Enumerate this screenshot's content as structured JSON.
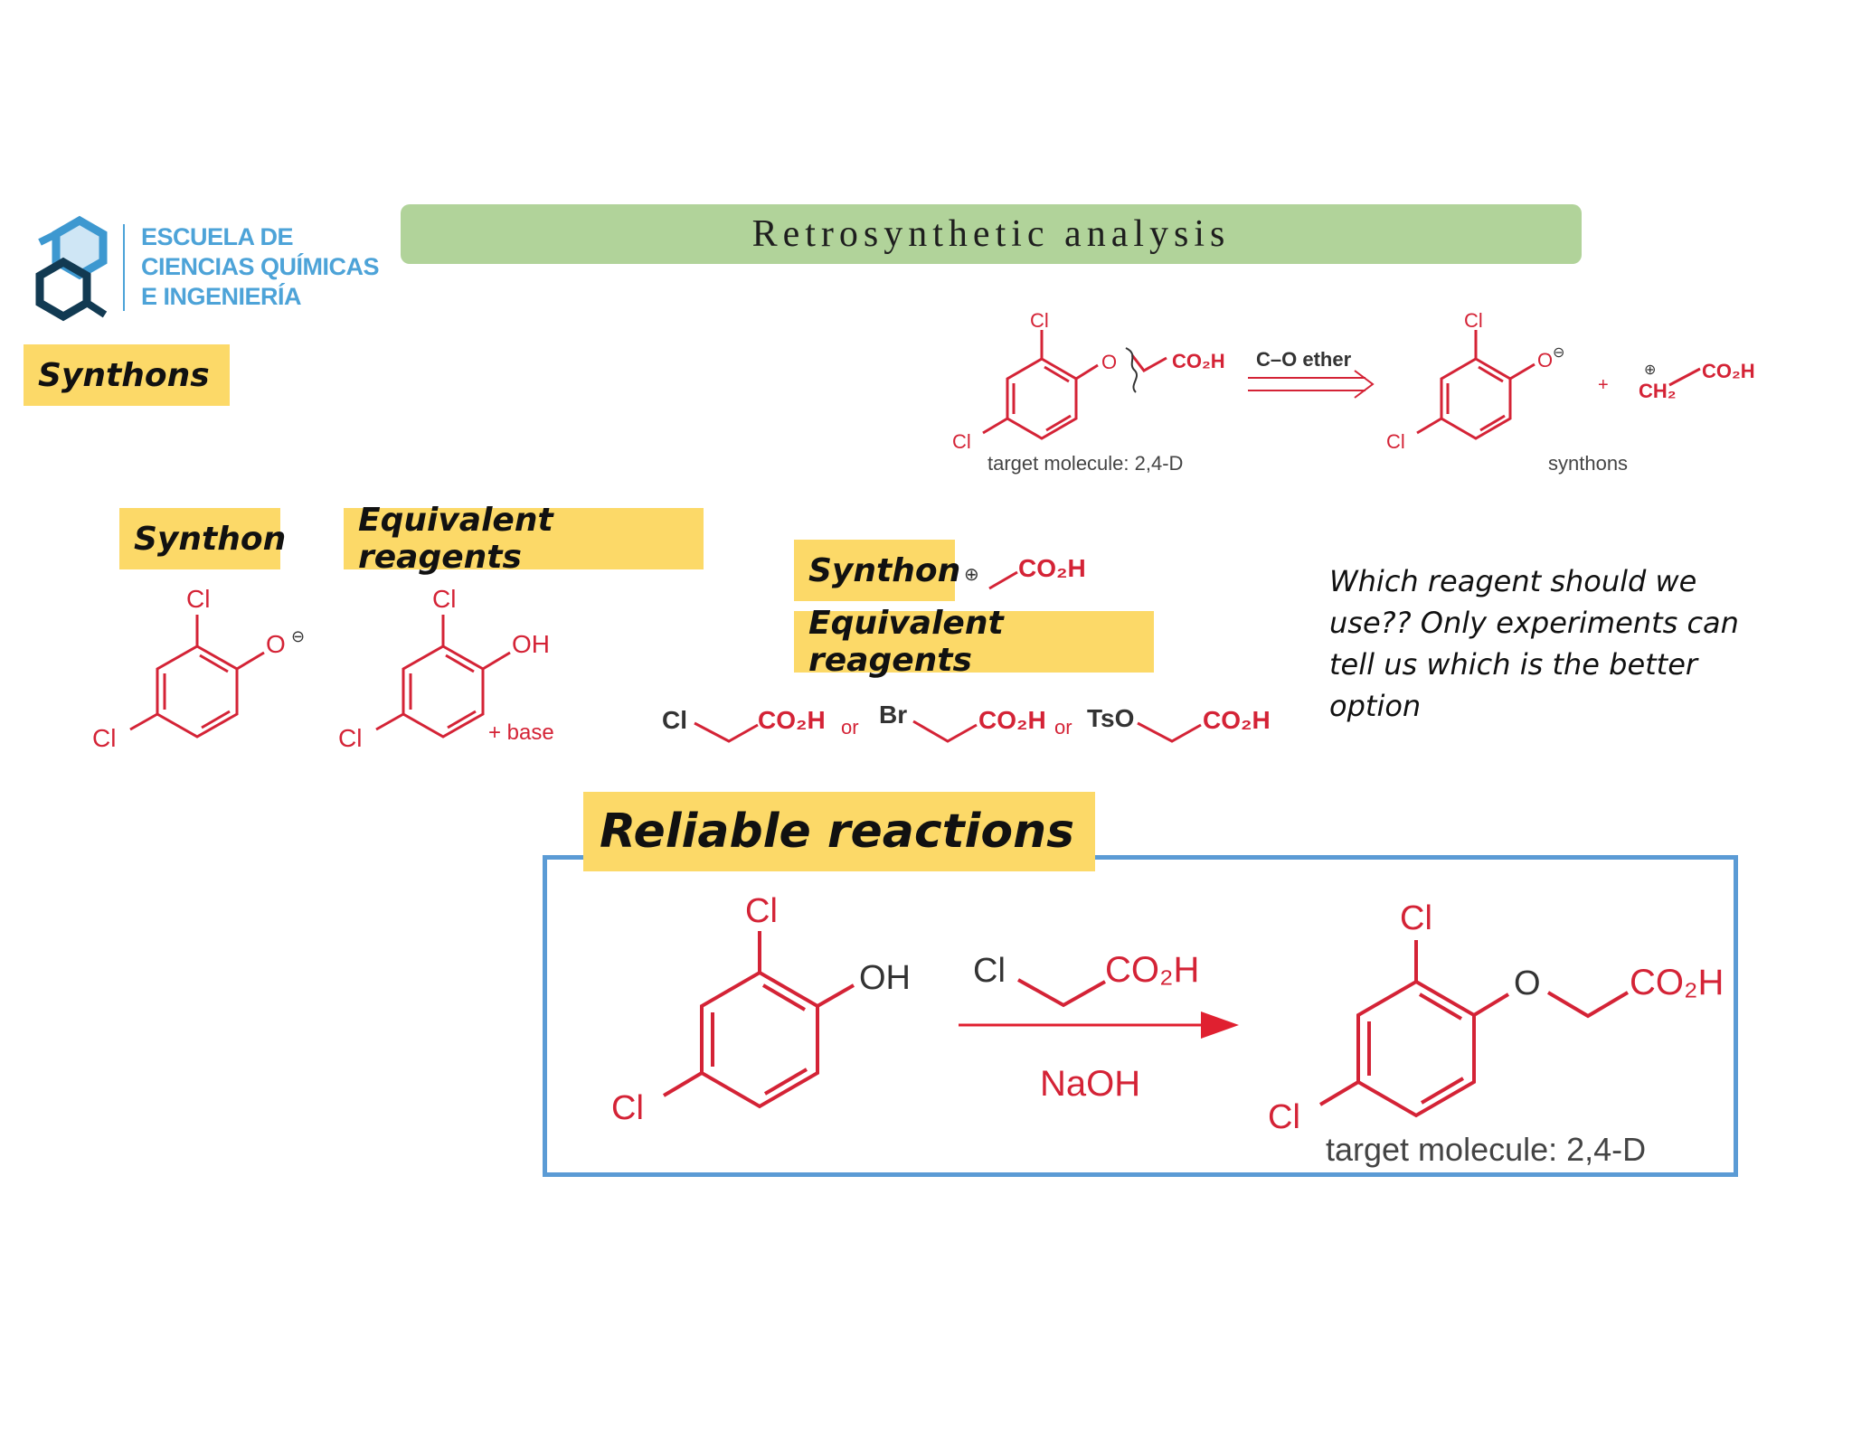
{
  "logo": {
    "lines": [
      "ESCUELA DE",
      "CIENCIAS QUÍMICAS",
      "E INGENIERÍA"
    ],
    "color": "#4da3d8"
  },
  "header": {
    "title": "Retrosynthetic analysis",
    "bar_color": "#b1d39a"
  },
  "labels": {
    "synthons": "Synthons",
    "synthon_1": "Synthon",
    "equivalent_1": "Equivalent reagents",
    "synthon_2": "Synthon",
    "equivalent_2": "Equivalent reagents",
    "reliable": "Reliable reactions",
    "tag_color": "#fcd968"
  },
  "top_scheme": {
    "cl_top": "Cl",
    "cl_left": "Cl",
    "o_atom": "O",
    "co2h": "CO₂H",
    "disconnection": "C–O ether",
    "caption_target": "target molecule: 2,4-D",
    "synthon_cl_top": "Cl",
    "synthon_cl_left": "Cl",
    "synthon_o": "O",
    "minus": "⊖",
    "plus_sign": "+",
    "plus_charge": "⊕",
    "ch2": "CH₂",
    "synthon_co2h": "CO₂H",
    "caption_synthons": "synthons"
  },
  "phenoxide": {
    "cl_top": "Cl",
    "cl_left": "Cl",
    "o_atom": "O",
    "minus": "⊖"
  },
  "phenol": {
    "cl_top": "Cl",
    "cl_left": "Cl",
    "oh": "OH",
    "base": "+ base"
  },
  "cation_synthon": {
    "charge": "⊕",
    "co2h": "CO₂H"
  },
  "reagents": {
    "r1_x": "Cl",
    "r1_acid": "CO₂H",
    "or_1": "or",
    "r2_x": "Br",
    "r2_acid": "CO₂H",
    "or_2": "or",
    "r3_x": "TsO",
    "r3_acid": "CO₂H"
  },
  "question": "Which reagent should we use?? Only experiments can tell us which is the better option",
  "reaction": {
    "cl_top": "Cl",
    "cl_left": "Cl",
    "oh": "OH",
    "reagent_x": "Cl",
    "reagent_acid": "CO₂H",
    "conditions": "NaOH",
    "product_cl_top": "Cl",
    "product_cl_left": "Cl",
    "product_o": "O",
    "product_co2h": "CO₂H",
    "caption": "target molecule: 2,4-D",
    "box_color": "#5b9bd5"
  },
  "colors": {
    "structure_red": "#d42336",
    "arrow_red": "#e02030"
  }
}
